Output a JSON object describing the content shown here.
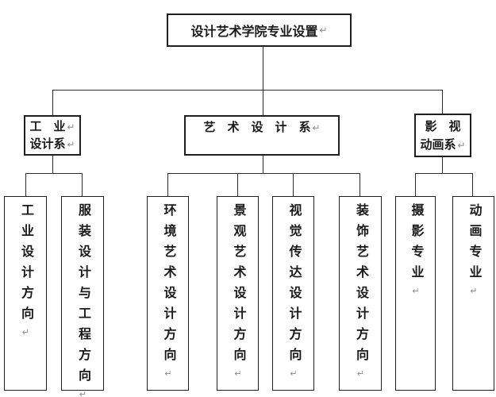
{
  "marks": {
    "return": "↵"
  },
  "colors": {
    "background": "#ffffff",
    "border": "#1f1f1f",
    "text": "#1a1a1a",
    "line": "#2b2b2b",
    "return_mark": "#8a8a8a"
  },
  "root": {
    "label": "设计艺术学院专业设置"
  },
  "departments": [
    {
      "line1": "工　业",
      "line2": "设计系"
    },
    {
      "line1": "艺　术　设　计　系"
    },
    {
      "line1": "影　视",
      "line2": "动画系"
    }
  ],
  "majors": [
    {
      "label": "工业设计方向"
    },
    {
      "label": "服装设计与工程方向"
    },
    {
      "label": "环境艺术设计方向"
    },
    {
      "label": "景观艺术设计方向"
    },
    {
      "label": "视觉传达设计方向"
    },
    {
      "label": "装饰艺术设计方向"
    },
    {
      "label": "摄影专业"
    },
    {
      "label": "动画专业"
    }
  ]
}
